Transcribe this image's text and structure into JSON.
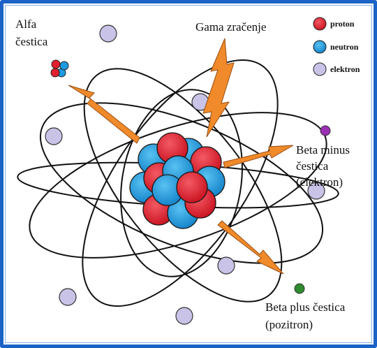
{
  "labels": {
    "alpha_line1": "Alfa",
    "alpha_line2": "čestica",
    "gamma": "Gama zračenje",
    "beta_minus_line1": "Beta minus",
    "beta_minus_line2": "čestica",
    "beta_minus_line3": "(elektron)",
    "beta_plus_line1": "Beta plus čestica",
    "beta_plus_line2": "(pozitron)"
  },
  "legend": [
    {
      "label": "proton",
      "color": "#e0202e",
      "icon": "red-circle"
    },
    {
      "label": "neutron",
      "color": "#1e9be0",
      "icon": "blue-circle"
    },
    {
      "label": "elektron",
      "color": "#c9c3e8",
      "icon": "lavender-circle"
    }
  ],
  "colors": {
    "frame": "#1b63c6",
    "proton": "#e0202e",
    "neutron": "#1e9be0",
    "electron": "#c9c3e8",
    "arrow": "#f08a2a",
    "beta_minus_particle": "#9b2fb5",
    "positron": "#2e8b2e"
  }
}
